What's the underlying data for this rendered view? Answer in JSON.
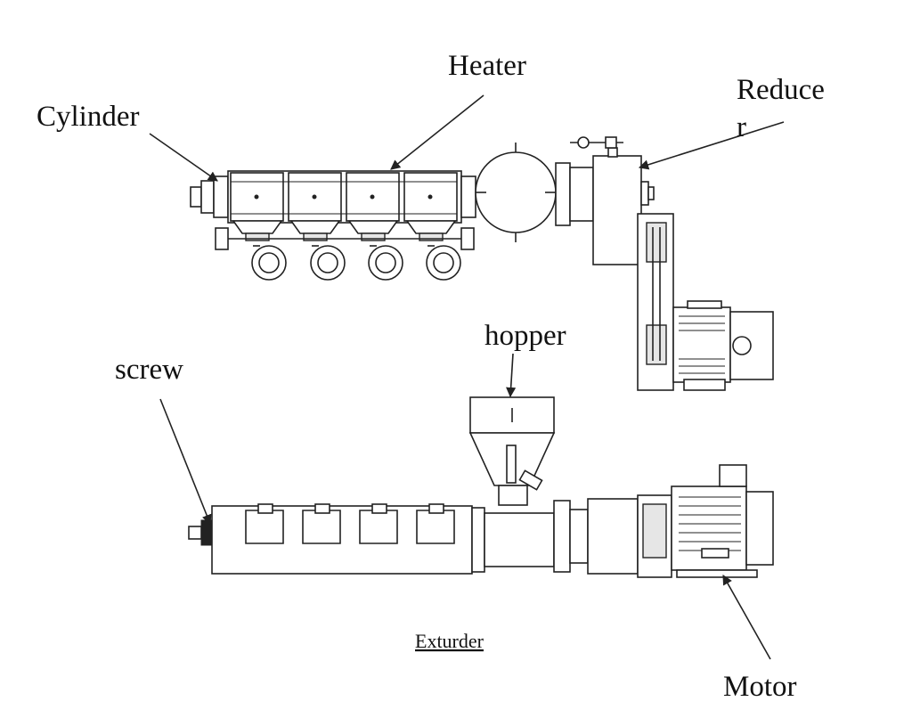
{
  "labels": {
    "heater": "Heater",
    "cylinder": "Cylinder",
    "reducer_line1": "Reduce",
    "reducer_line2": "r",
    "hopper": "hopper",
    "screw": "screw",
    "motor": "Motor",
    "caption": "Exturder"
  }
}
